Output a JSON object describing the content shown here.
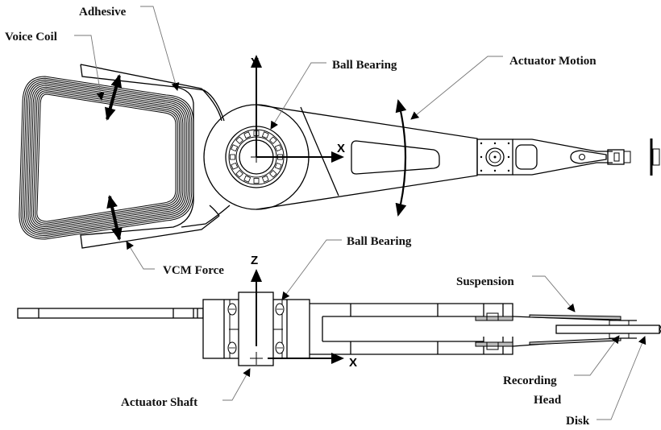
{
  "diagram": {
    "title": "Hard disk drive rotary actuator — top and side views",
    "top_view": {
      "labels": {
        "adhesive": "Adhesive",
        "voice_coil": "Voice Coil",
        "ball_bearing": "Ball Bearing",
        "actuator_motion": "Actuator Motion",
        "vcm_force": "VCM Force"
      },
      "axes": {
        "y": "Y",
        "x": "X"
      }
    },
    "side_view": {
      "labels": {
        "ball_bearing": "Ball Bearing",
        "suspension": "Suspension",
        "recording": "Recording",
        "head": "Head",
        "disk": "Disk",
        "actuator_shaft": "Actuator Shaft"
      },
      "axes": {
        "z": "Z",
        "x": "X"
      }
    }
  },
  "colors": {
    "line": "#000000",
    "leader": "#777777",
    "background": "#ffffff",
    "flexure_fill": "#bbbbbb"
  }
}
